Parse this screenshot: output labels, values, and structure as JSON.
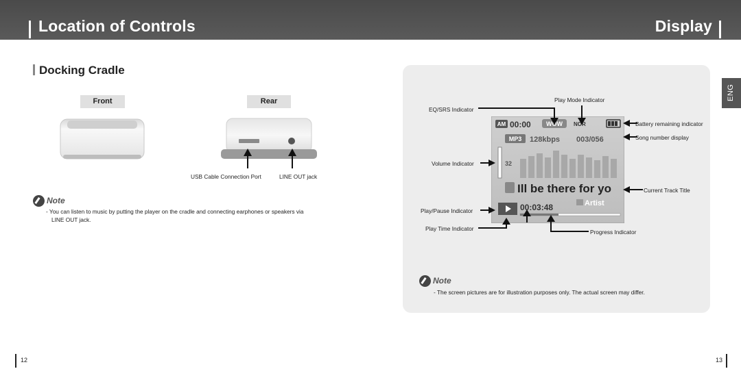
{
  "header": {
    "left_title": "Location of Controls",
    "right_title": "Display"
  },
  "left": {
    "section_title": "Docking Cradle",
    "front_label": "Front",
    "rear_label": "Rear",
    "usb_label": "USB Cable Connection Port",
    "lineout_label": "LINE OUT jack",
    "note_title": "Note",
    "note_line1": "- You can listen to music by putting the player on the cradle and connecting earphones or speakers via",
    "note_line2": "LINE OUT jack.",
    "page_number": "12"
  },
  "right": {
    "tab": "ENG",
    "callouts": {
      "play_mode": "Play Mode Indicator",
      "eq_srs": "EQ/SRS Indicator",
      "battery": "Battery remaining indicator",
      "song_number": "Song number display",
      "volume": "Volume Indicator",
      "track_title": "Current  Track Title",
      "play_pause": "Play/Pause Indicator",
      "play_time": "Play Time Indicator",
      "progress": "Progress Indicator"
    },
    "screen": {
      "am": "AM",
      "clock": "00:00",
      "eq": "WOW",
      "mode": "NOR",
      "format": "MP3",
      "bitrate": "128kbps",
      "track": "003/056",
      "volume": "32",
      "song_title": "Ill be there for yo",
      "play_time": "00:03:48",
      "artist": "Artist"
    },
    "note_title": "Note",
    "note_text": "- The screen pictures are for illustration purposes only. The actual screen may differ.",
    "page_number": "13"
  }
}
